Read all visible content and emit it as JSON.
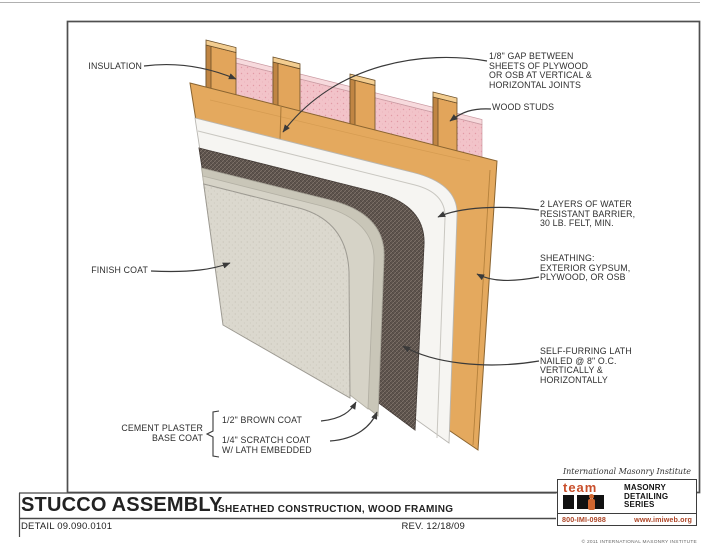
{
  "callouts": {
    "insulation": [
      "INSULATION"
    ],
    "gap": [
      "1/8\" GAP BETWEEN",
      "SHEETS OF PLYWOOD",
      "OR OSB AT VERTICAL &",
      "HORIZONTAL JOINTS"
    ],
    "wood_studs": [
      "WOOD STUDS"
    ],
    "barrier": [
      "2 LAYERS OF WATER",
      "RESISTANT BARRIER,",
      "30 LB. FELT, MIN."
    ],
    "sheathing": [
      "SHEATHING:",
      "EXTERIOR GYPSUM,",
      "PLYWOOD, OR OSB"
    ],
    "lath": [
      "SELF-FURRING LATH",
      "NAILED @ 8\" O.C.",
      "VERTICALLY &",
      "HORIZONTALLY"
    ],
    "finish_coat": [
      "FINISH COAT"
    ],
    "base_coat": [
      "CEMENT PLASTER",
      "BASE COAT"
    ],
    "brown_coat": [
      "1/2\" BROWN COAT"
    ],
    "scratch_coat": [
      "1/4\" SCRATCH COAT",
      "W/ LATH EMBEDDED"
    ]
  },
  "title_block": {
    "title": "STUCCO ASSEMBLY",
    "subtitle": "SHEATHED CONSTRUCTION, WOOD FRAMING",
    "detail_number": "DETAIL 09.090.0101",
    "revision": "REV. 12/18/09"
  },
  "logo": {
    "institute": "International Masonry Institute",
    "team_word": "team",
    "series": [
      "MASONRY",
      "DETAILING",
      "SERIES"
    ],
    "phone": "800-IMI-0988",
    "web": "www.imiweb.org",
    "copyright": "© 2011 INTERNATIONAL MASONRY INSTITUTE"
  },
  "colors": {
    "wood": "#e4a95e",
    "wood_outline": "#8a6430",
    "insulation_pink": "#f2c3c9",
    "insulation_top": "#f7dadd",
    "felt_white": "#f6f5f2",
    "lath_dark": "#5c524c",
    "scratch_coat": "#c9c6b8",
    "brown_coat": "#d6d3c7",
    "finish_coat": "#dbd8ce",
    "leader": "#3a3a3a",
    "frame": "#4f4f4f",
    "imi_orange": "#c94f2b"
  }
}
